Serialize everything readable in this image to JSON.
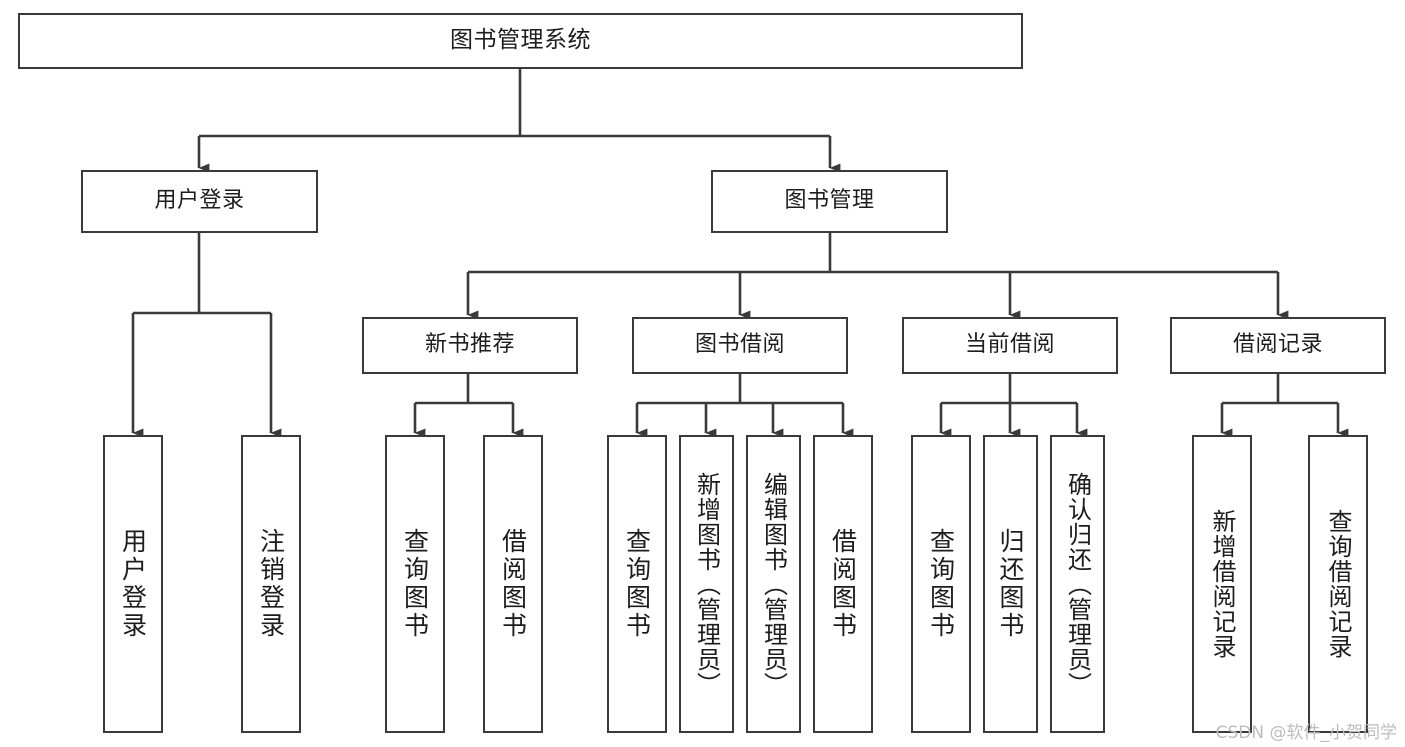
{
  "diagram": {
    "type": "tree",
    "title": "图书管理系统",
    "style": {
      "box_border_color": "#3a3a3a",
      "box_fill_color": "#ffffff",
      "edge_color": "#3a3a3a",
      "text_color": "#1d1d1d",
      "background": "#ffffff"
    },
    "nodes": {
      "root": {
        "label": "图书管理系统"
      },
      "level2": [
        {
          "id": "user_login",
          "label": "用户登录"
        },
        {
          "id": "book_manage",
          "label": "图书管理"
        }
      ],
      "level3": [
        {
          "id": "new_book_rec",
          "label": "新书推荐"
        },
        {
          "id": "book_borrow",
          "label": "图书借阅"
        },
        {
          "id": "current_borrow",
          "label": "当前借阅"
        },
        {
          "id": "borrow_record",
          "label": "借阅记录"
        }
      ],
      "leaves": {
        "user_login": [
          {
            "id": "leaf_user_login",
            "label": "用户登录"
          },
          {
            "id": "leaf_logout",
            "label": "注销登录"
          }
        ],
        "new_book_rec": [
          {
            "id": "leaf_query_book_1",
            "label": "查询图书"
          },
          {
            "id": "leaf_borrow_book_1",
            "label": "借阅图书"
          }
        ],
        "book_borrow": [
          {
            "id": "leaf_query_book_2",
            "label": "查询图书"
          },
          {
            "id": "leaf_add_book",
            "label": "新增图书（管理员）"
          },
          {
            "id": "leaf_edit_book",
            "label": "编辑图书（管理员）"
          },
          {
            "id": "leaf_borrow_book_2",
            "label": "借阅图书"
          }
        ],
        "current_borrow": [
          {
            "id": "leaf_query_book_3",
            "label": "查询图书"
          },
          {
            "id": "leaf_return_book",
            "label": "归还图书"
          },
          {
            "id": "leaf_confirm_return",
            "label": "确认归还（管理员）"
          }
        ],
        "borrow_record": [
          {
            "id": "leaf_add_record",
            "label": "新增借阅记录"
          },
          {
            "id": "leaf_query_record",
            "label": "查询借阅记录"
          }
        ]
      }
    }
  },
  "watermark": {
    "text": "CSDN @软件_小贺同学"
  }
}
